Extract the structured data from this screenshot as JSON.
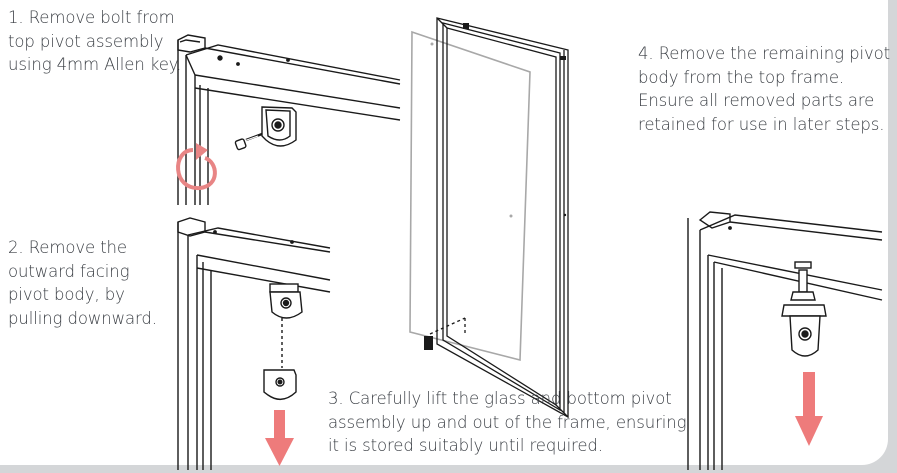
{
  "steps": [
    {
      "text": "1. Remove bolt from top pivot assembly using 4mm Allen key."
    },
    {
      "text": "2. Remove the outward facing pivot body, by pulling downward."
    },
    {
      "text": "3. Carefully lift the glass and bottom pivot assembly up and out of the frame, ensuring it is stored suitably until required."
    },
    {
      "text": "4. Remove the remaining pivot body from the top frame. Ensure all removed parts are retained for use in later steps."
    }
  ],
  "colors": {
    "arrow": "#ee7b7b",
    "rotate_arrow": "#e88585",
    "line": "#1a1a1a",
    "text": "#3c4046"
  },
  "icons": [
    "rotation-arrow-icon",
    "down-arrow-icon",
    "allen-bolt-icon",
    "pivot-body-icon"
  ]
}
